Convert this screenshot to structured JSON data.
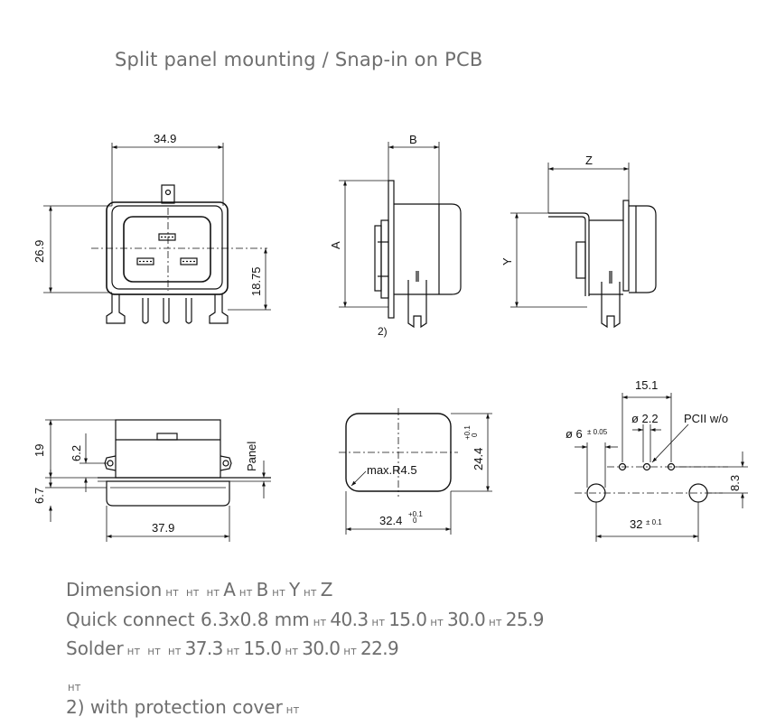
{
  "title": "Split panel mounting / Snap-in on PCB",
  "drawing": {
    "dim_34_9": "34.9",
    "dim_26_9": "26.9",
    "dim_18_75": "18.75",
    "dim_A": "A",
    "dim_B": "B",
    "note_2": "2)",
    "dim_Z": "Z",
    "dim_Y": "Y",
    "dim_19": "19",
    "dim_6_2": "6.2",
    "dim_6_7": "6.7",
    "dim_37_9": "37.9",
    "panel": "Panel",
    "max_r": "max.R4.5",
    "dim_24_4": "24.4",
    "dim_32_4": "32.4",
    "tol_plus": "+0.1",
    "tol_zero": "0",
    "dim_15_1": "15.1",
    "dim_2_2": "ø 2.2",
    "pcii": "PCII w/o",
    "dim_6": "ø 6",
    "tol_005": "± 0.05",
    "dim_8_3": "8.3",
    "dim_32": "32",
    "tol_01": "± 0.1"
  },
  "table": {
    "ht": "HT",
    "row1": {
      "label": "Dimension",
      "A": "A",
      "B": "B",
      "Y": "Y",
      "Z": "Z"
    },
    "row2": {
      "label": "Quick connect 6.3x0.8 mm",
      "A": "40.3",
      "B": "15.0",
      "Y": "30.0",
      "Z": "25.9"
    },
    "row3": {
      "label": "Solder",
      "A": "37.3",
      "B": "15.0",
      "Y": "30.0",
      "Z": "22.9"
    },
    "footnote": "2) with protection cover"
  }
}
